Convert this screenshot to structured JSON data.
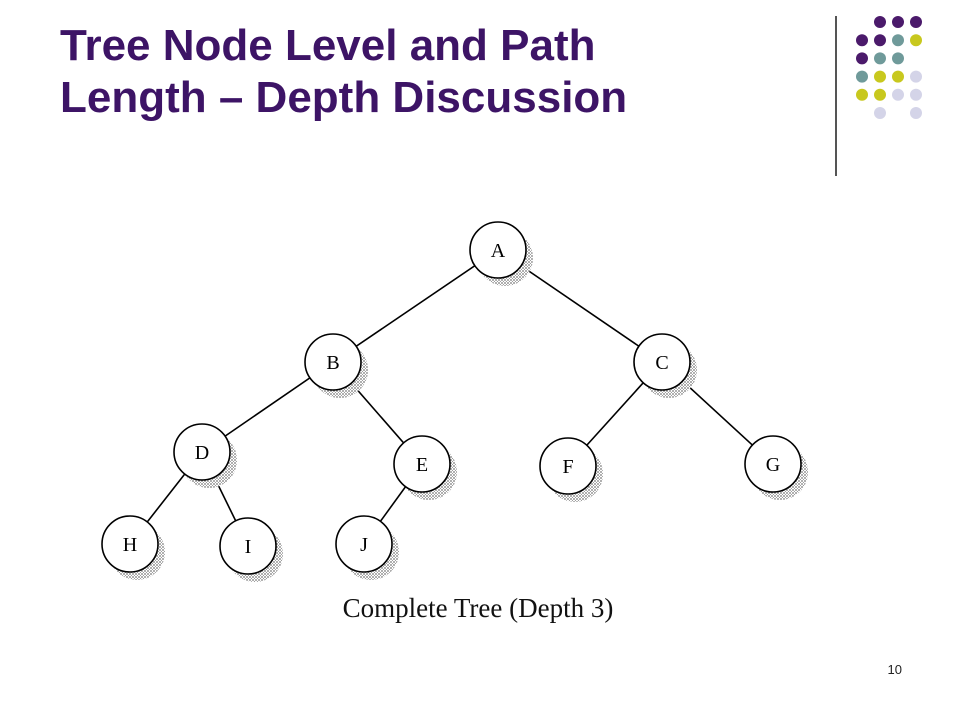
{
  "slide": {
    "title_line1": "Tree Node Level and Path",
    "title_line2": "Length – Depth Discussion",
    "page_number": "10"
  },
  "diagram": {
    "caption": "Complete Tree (Depth 3)",
    "nodes": [
      "A",
      "B",
      "C",
      "D",
      "E",
      "F",
      "G",
      "H",
      "I",
      "J"
    ],
    "edges": [
      [
        "A",
        "B"
      ],
      [
        "A",
        "C"
      ],
      [
        "B",
        "D"
      ],
      [
        "B",
        "E"
      ],
      [
        "C",
        "F"
      ],
      [
        "C",
        "G"
      ],
      [
        "D",
        "H"
      ],
      [
        "D",
        "I"
      ],
      [
        "E",
        "J"
      ]
    ]
  },
  "decor": {
    "colors": {
      "title": "#3d1466",
      "purple": "#4b1a6b",
      "teal": "#6f9a9a",
      "olive": "#c8c81e",
      "lavender": "#d4d4e8"
    }
  }
}
